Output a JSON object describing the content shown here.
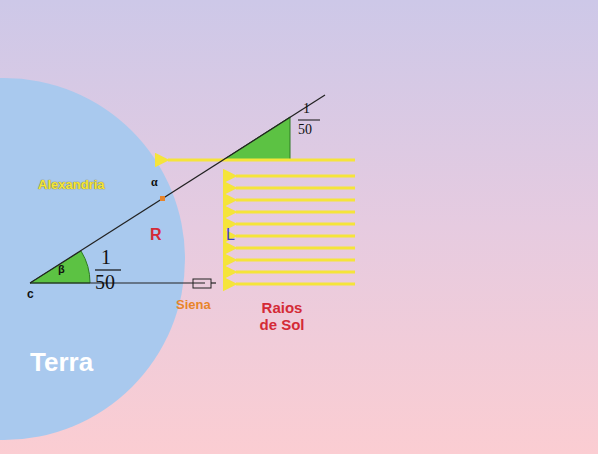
{
  "diagram": {
    "labels": [
      "1",
      "50",
      "α",
      "Alexandria",
      "R",
      "L",
      "β",
      "1",
      "50",
      "c",
      "Siena",
      "Raios de Sol",
      "Terra"
    ]
  }
}
